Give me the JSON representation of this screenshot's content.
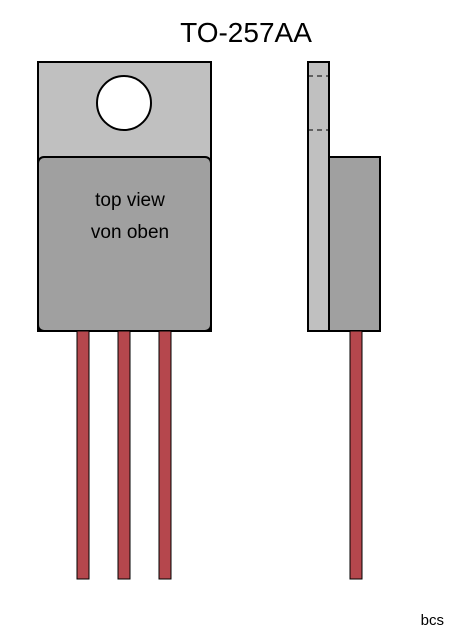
{
  "title": "TO-257AA",
  "front_view": {
    "label_line1": "top view",
    "label_line2": "von oben",
    "lead_count": 3
  },
  "side_view": {
    "lead_count": 1
  },
  "credit": "bcs",
  "colors": {
    "tab": "#c0c0c0",
    "body": "#a0a0a0",
    "lead": "#b5474d",
    "outline": "#000000",
    "hole": "#ffffff"
  }
}
